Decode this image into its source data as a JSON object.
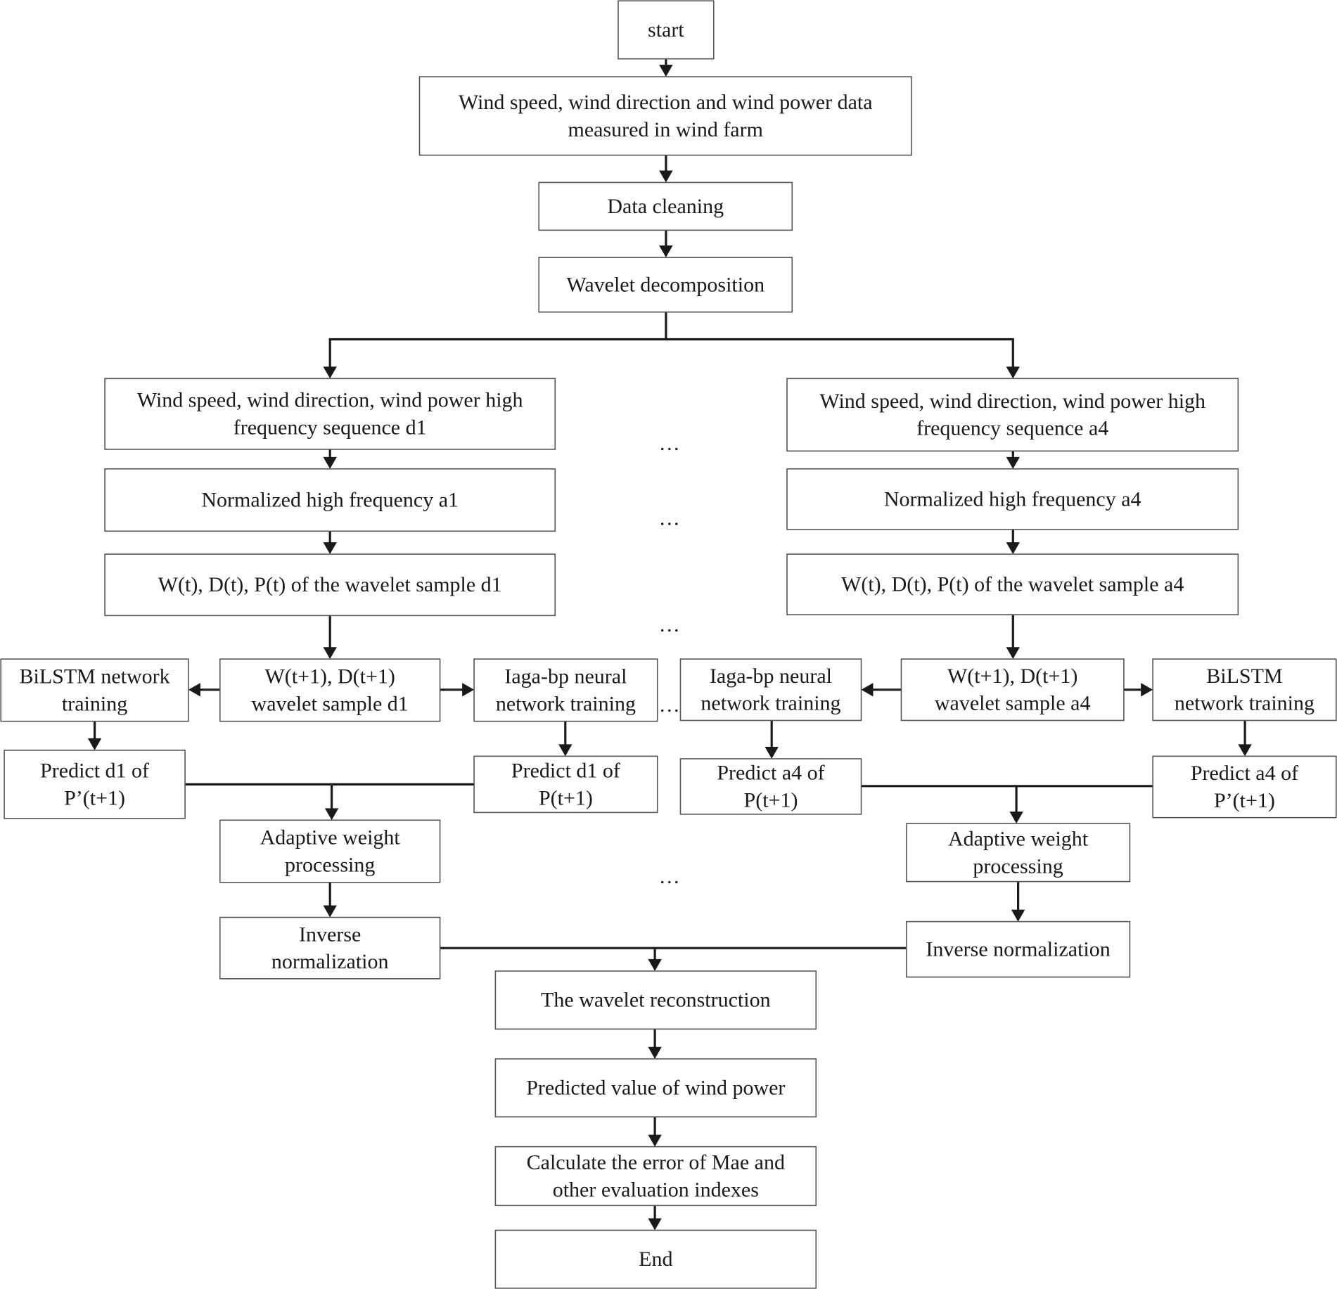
{
  "nodes": {
    "start": [
      "start"
    ],
    "measured_data": [
      "Wind speed, wind direction and wind power data",
      "measured in wind farm"
    ],
    "data_cleaning": [
      "Data cleaning"
    ],
    "wavelet_decomposition": [
      "Wavelet decomposition"
    ],
    "seq_d1": [
      "Wind speed, wind direction, wind power high",
      "frequency sequence d1"
    ],
    "seq_a4": [
      "Wind speed, wind direction, wind power high",
      "frequency sequence a4"
    ],
    "norm_a1": [
      "Normalized high frequency a1"
    ],
    "norm_a4": [
      "Normalized high frequency a4"
    ],
    "sample_d1": [
      "W(t), D(t), P(t) of the wavelet sample d1"
    ],
    "sample_a4": [
      "W(t), D(t), P(t) of the wavelet sample a4"
    ],
    "bilstm_left": [
      "BiLSTM network",
      "training"
    ],
    "next_d1": [
      "W(t+1), D(t+1)",
      "wavelet sample d1"
    ],
    "iaga_left": [
      "Iaga-bp neural",
      "network training"
    ],
    "iaga_right": [
      "Iaga-bp neural",
      "network training"
    ],
    "next_a4": [
      "W(t+1), D(t+1)",
      "wavelet sample a4"
    ],
    "bilstm_right": [
      "BiLSTM",
      "network training"
    ],
    "pred_d1_pprime": [
      "Predict d1 of",
      "P’(t+1)"
    ],
    "pred_d1_p": [
      "Predict d1 of",
      "P(t+1)"
    ],
    "pred_a4_p": [
      "Predict a4 of",
      "P(t+1)"
    ],
    "pred_a4_pprime": [
      "Predict a4 of",
      "P’(t+1)"
    ],
    "adaptive_left": [
      "Adaptive weight",
      "processing"
    ],
    "adaptive_right": [
      "Adaptive weight",
      "processing"
    ],
    "inverse_left": [
      "Inverse",
      "normalization"
    ],
    "inverse_right": [
      "Inverse normalization"
    ],
    "reconstruction": [
      "The wavelet reconstruction"
    ],
    "predicted_value": [
      "Predicted value of wind power"
    ],
    "calc_error": [
      "Calculate the error of Mae and",
      "other evaluation indexes"
    ],
    "end": [
      "End"
    ]
  },
  "ellipsis": "…"
}
